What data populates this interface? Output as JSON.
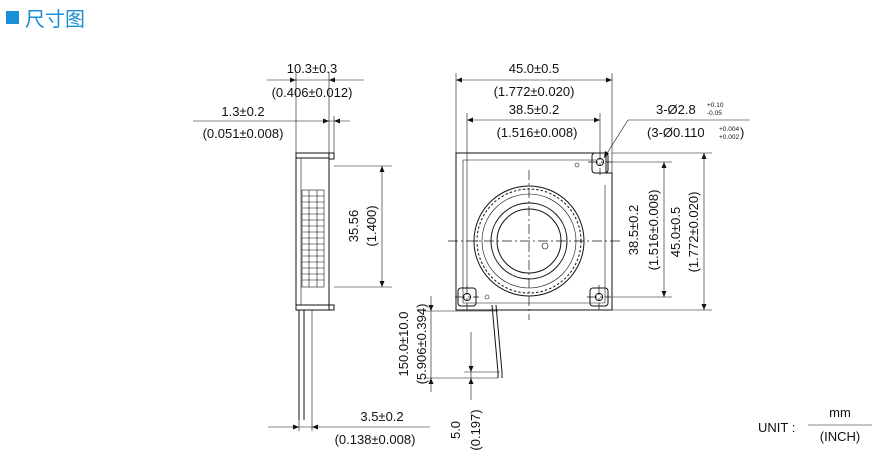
{
  "heading": {
    "text": "尺寸图"
  },
  "side_view": {
    "thickness": "10.3±0.3",
    "thickness_in": "(0.406±0.012)",
    "flange": "1.3±0.2",
    "flange_in": "(0.051±0.008)",
    "height": "35.56",
    "height_in": "(1.400)",
    "lead_offset": "3.5±0.2",
    "lead_offset_in": "(0.138±0.008)"
  },
  "front_view": {
    "width": "45.0±0.5",
    "width_in": "(1.772±0.020)",
    "hole_spacing_h": "38.5±0.2",
    "hole_spacing_h_in": "(1.516±0.008)",
    "holes_prefix": "3-Ø2.8",
    "holes_tol_upper": "+0.10",
    "holes_tol_lower": "-0.05",
    "holes_in_prefix": "(3-Ø0.110",
    "holes_in_tol_upper": "+0.004",
    "holes_in_tol_lower": "+0.002",
    "holes_in_suffix": ")",
    "hole_spacing_v": "38.5±0.2",
    "hole_spacing_v_in": "(1.516±0.008)",
    "height": "45.0±0.5",
    "height_in": "(1.772±0.020)",
    "lead_length": "150.0±10.0",
    "lead_length_in": "(5.906±0.394)",
    "strip_length": "5.0",
    "strip_length_in": "(0.197)"
  },
  "unit": {
    "label": "UNIT :",
    "top": "mm",
    "bottom": "(INCH)"
  }
}
